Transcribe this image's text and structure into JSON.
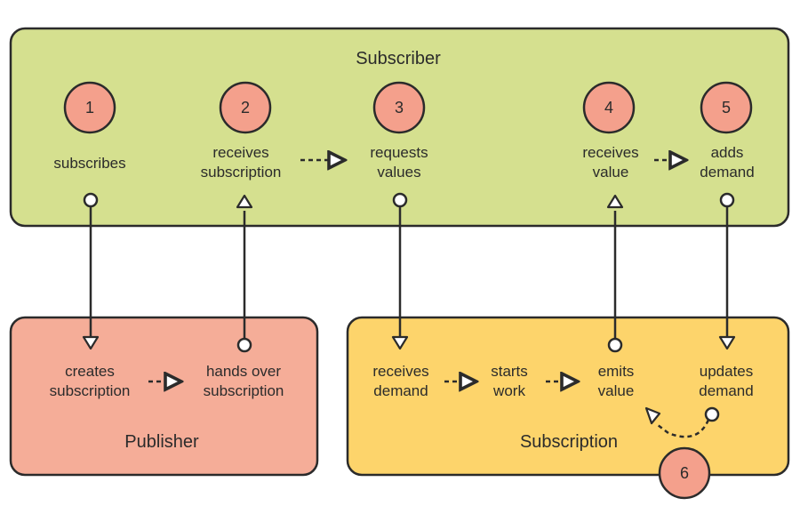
{
  "colors": {
    "subscriber_fill": "#d5e08f",
    "publisher_fill": "#f5ad98",
    "subscription_fill": "#fdd46b",
    "badge_fill": "#f4a08c",
    "stroke": "#2b2b2b"
  },
  "subscriber": {
    "title": "Subscriber",
    "steps": [
      {
        "num": "1",
        "line1": "subscribes",
        "line2": ""
      },
      {
        "num": "2",
        "line1": "receives",
        "line2": "subscription"
      },
      {
        "num": "3",
        "line1": "requests",
        "line2": "values"
      },
      {
        "num": "4",
        "line1": "receives",
        "line2": "value"
      },
      {
        "num": "5",
        "line1": "adds",
        "line2": "demand"
      }
    ]
  },
  "publisher": {
    "title": "Publisher",
    "items": [
      {
        "line1": "creates",
        "line2": "subscription"
      },
      {
        "line1": "hands over",
        "line2": "subscription"
      }
    ]
  },
  "subscription": {
    "title": "Subscription",
    "items": [
      {
        "line1": "receives",
        "line2": "demand"
      },
      {
        "line1": "starts",
        "line2": "work"
      },
      {
        "line1": "emits",
        "line2": "value"
      },
      {
        "line1": "updates",
        "line2": "demand"
      }
    ],
    "loop_badge": "6"
  }
}
